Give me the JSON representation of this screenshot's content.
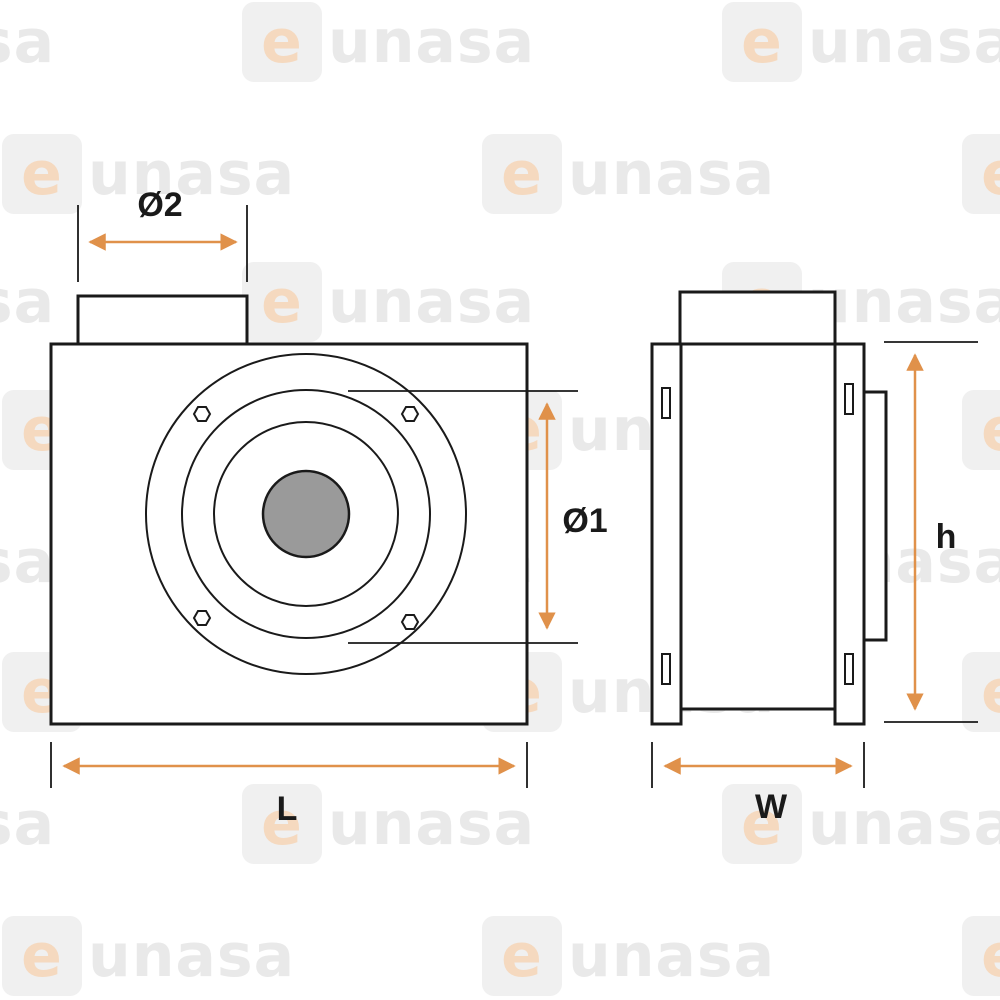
{
  "watermark": {
    "text": "unasa",
    "initial": "e",
    "text_color": "#e9e9e9",
    "badge_color": "#f0f0f0",
    "initial_color": "#f5d9bf"
  },
  "colors": {
    "line": "#1a1a1a",
    "dimension_arrow": "#e0914a",
    "hub": "#9a9a9a"
  },
  "labels": {
    "outlet_diameter": "Ø2",
    "inlet_diameter": "Ø1",
    "length": "L",
    "width": "W",
    "height": "h"
  }
}
